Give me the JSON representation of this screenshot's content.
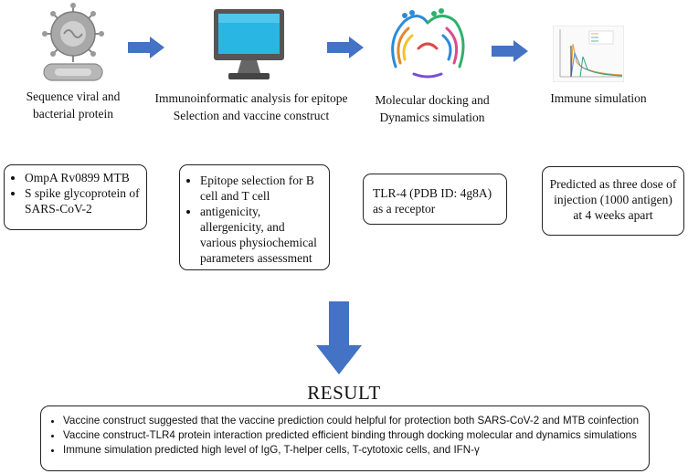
{
  "colors": {
    "arrow": "#4472C4",
    "virus_body": "#9a9a9a",
    "monitor_screen": "#29b6e3",
    "monitor_frame": "#555555",
    "box_border": "#222222"
  },
  "steps": [
    {
      "icon": "virus-bacteria-icon",
      "caption": [
        "Sequence viral and",
        "bacterial protein"
      ],
      "details": [
        "OmpA Rv0899 MTB",
        "S spike glycoprotein of SARS-CoV-2"
      ]
    },
    {
      "icon": "computer-monitor-icon",
      "caption": [
        "Immunoinformatic analysis for epitope",
        "Selection and vaccine construct"
      ],
      "details": [
        "Epitope selection for B cell and T cell",
        "antigenicity, allergenicity, and various physiochemical parameters assessment"
      ]
    },
    {
      "icon": "protein-structure-icon",
      "caption": [
        "Molecular docking and",
        "Dynamics simulation"
      ],
      "details_text": "TLR-4 (PDB ID: 4g8A) as a receptor"
    },
    {
      "icon": "simulation-chart-icon",
      "caption": [
        "Immune simulation"
      ],
      "details_text": "Predicted as three dose of injection (1000 antigen) at 4 weeks apart"
    }
  ],
  "result": {
    "title": "RESULT",
    "items": [
      "Vaccine construct suggested that the vaccine prediction could helpful for protection both SARS-CoV-2 and MTB coinfection",
      "Vaccine construct-TLR4 protein interaction predicted efficient binding through docking molecular and dynamics simulations",
      "Immune simulation predicted high level of IgG, T-helper cells, T-cytotoxic cells, and IFN-γ"
    ]
  }
}
